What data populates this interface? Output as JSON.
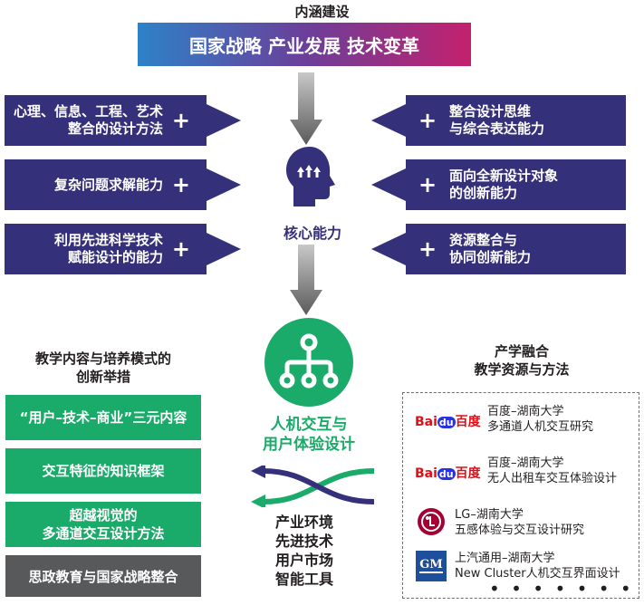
{
  "top_title": "内涵建设",
  "banner": "国家战略  产业发展  技术变革",
  "center_label": "核心能力",
  "left_caps": [
    {
      "text": "心理、信息、工程、艺术\n整合的设计方法"
    },
    {
      "text": "复杂问题求解能力"
    },
    {
      "text": "利用先进科学技术\n赋能设计的能力"
    }
  ],
  "right_caps": [
    {
      "text": "整合设计思维\n与综合表达能力"
    },
    {
      "text": "面向全新设计对象\n的创新能力"
    },
    {
      "text": "资源整合与\n协同创新能力"
    }
  ],
  "plus": "+",
  "teaching_title": "教学内容与培养模式的\n创新举措",
  "teaching_items": [
    "“用户–技术–商业”三元内容",
    "交互特征的知识框架",
    "超越视觉的\n多通道交互设计方法"
  ],
  "teaching_gray": "思政教育与国家战略整合",
  "hci_label": "人机交互与\n用户体验设计",
  "env_items": [
    "产业环境",
    "先进技术",
    "用户市场",
    "智能工具"
  ],
  "industry_title": "产学融合\n教学资源与方法",
  "partners": [
    {
      "logo": "baidu",
      "text": "百度–湖南大学\n多通道人机交互研究"
    },
    {
      "logo": "baidu",
      "text": "百度–湖南大学\n无人出租车交互体验设计"
    },
    {
      "logo": "lg",
      "text": "LG–湖南大学\n五感体验与交互设计研究"
    },
    {
      "logo": "gm",
      "text": "上汽通用–湖南大学\nNew Cluster人机交互界面设计"
    }
  ],
  "logos": {
    "baidu_a": "Bai",
    "baidu_b": "du",
    "baidu_c": "百度",
    "gm": "GM"
  },
  "more": "• • • • • • •",
  "colors": {
    "navy": "#35307a",
    "green": "#1aaa6a",
    "gray": "#58595b",
    "baidu_red": "#de0f17",
    "baidu_blue": "#2932e1",
    "lg_red": "#a50034",
    "gm_blue": "#1d4f9c"
  }
}
